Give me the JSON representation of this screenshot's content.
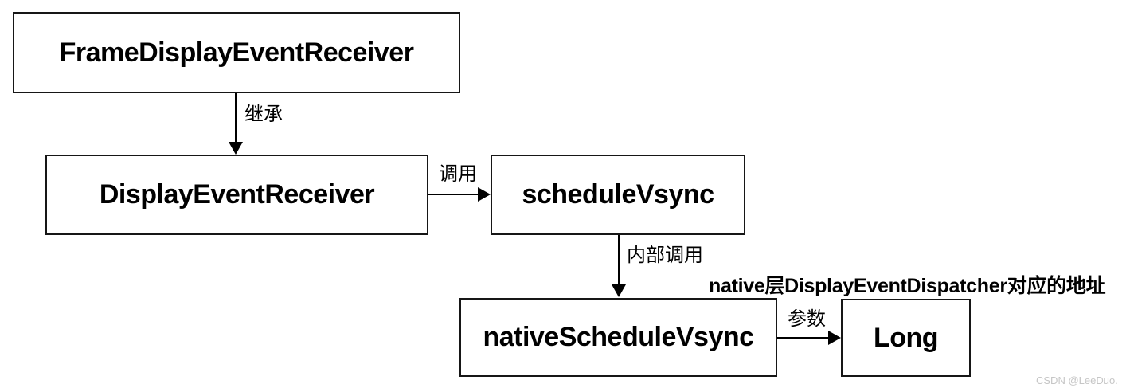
{
  "diagram": {
    "nodes": [
      {
        "label": "FrameDisplayEventReceiver"
      },
      {
        "label": "DisplayEventReceiver"
      },
      {
        "label": "scheduleVsync"
      },
      {
        "label": "nativeScheduleVsync"
      },
      {
        "label": "Long"
      }
    ],
    "edges": [
      {
        "from": "FrameDisplayEventReceiver",
        "to": "DisplayEventReceiver",
        "label": "继承",
        "direction": "down"
      },
      {
        "from": "DisplayEventReceiver",
        "to": "scheduleVsync",
        "label": "调用",
        "direction": "right"
      },
      {
        "from": "scheduleVsync",
        "to": "nativeScheduleVsync",
        "label": "内部调用",
        "direction": "down"
      },
      {
        "from": "nativeScheduleVsync",
        "to": "Long",
        "label": "参数",
        "direction": "right"
      }
    ],
    "annotation": "native层DisplayEventDispatcher对应的地址",
    "watermark": "CSDN @LeeDuo.",
    "colors": {
      "line": "#000000",
      "text": "#000000",
      "background": "#ffffff",
      "watermark": "#c6c6c6"
    }
  }
}
